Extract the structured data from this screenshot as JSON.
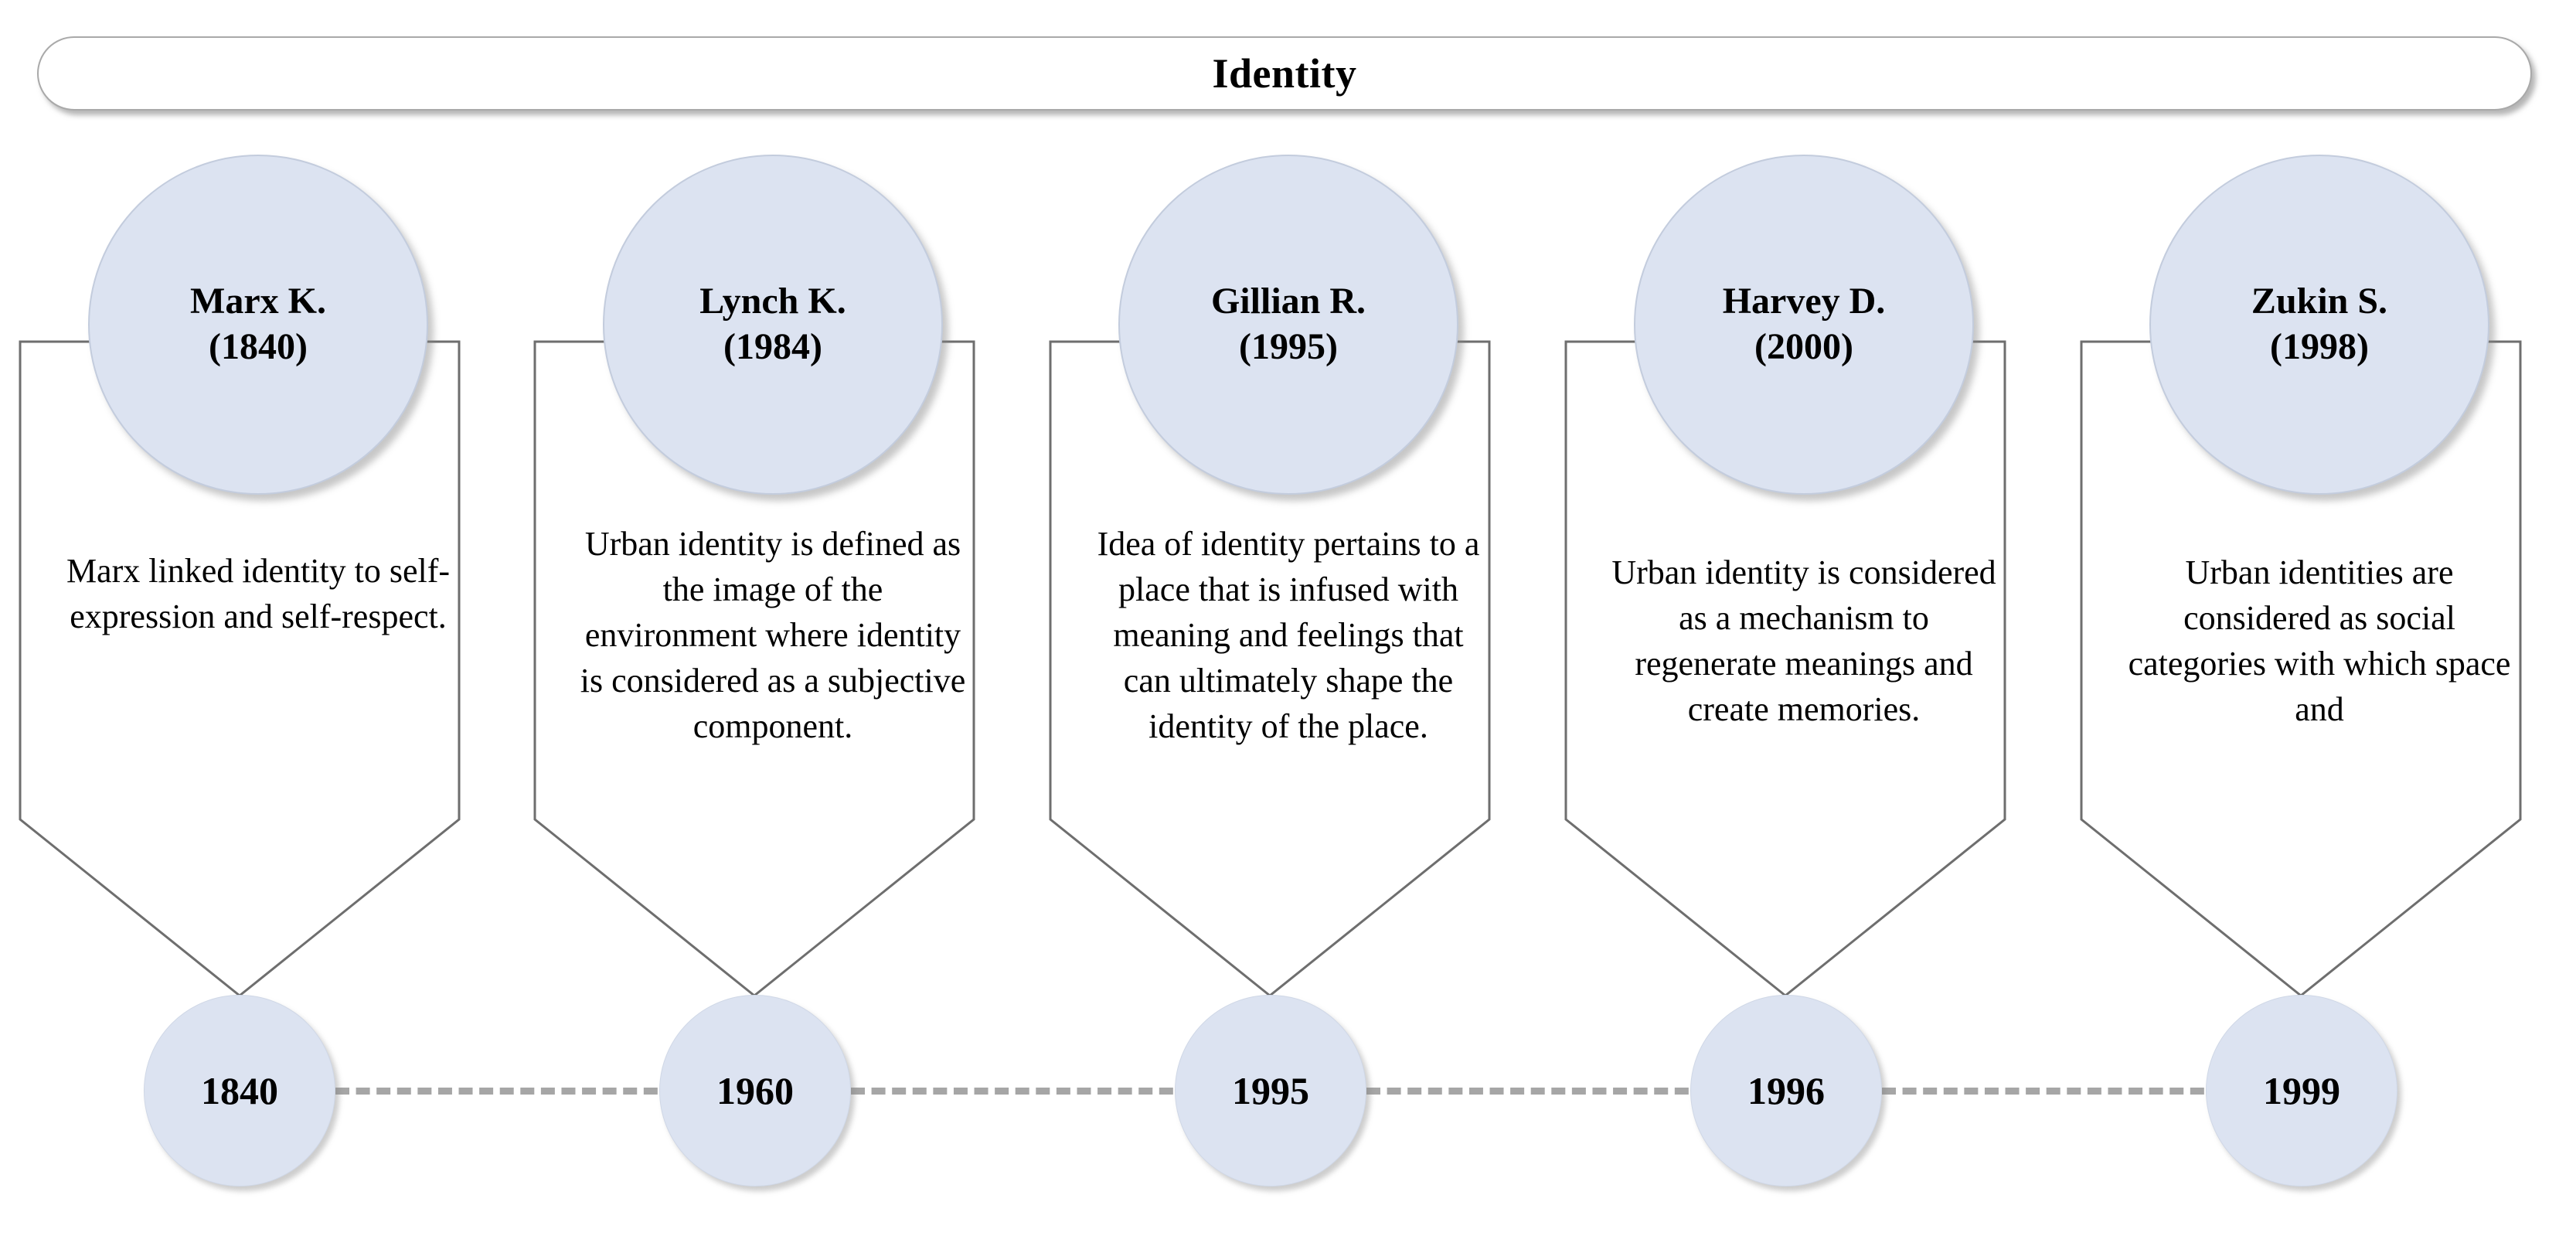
{
  "header": {
    "title": "Identity"
  },
  "columns": [
    {
      "author": "Marx K.",
      "year": "(1840)",
      "description": "Marx linked identity to self-expression and self-respect.",
      "timeline_year": "1840"
    },
    {
      "author": "Lynch K.",
      "year": "(1984)",
      "description": "Urban identity is defined as the image of the environment where identity is considered as a subjective component.",
      "timeline_year": "1960"
    },
    {
      "author": "Gillian  R.",
      "year": "(1995)",
      "description": "Idea of identity pertains to a place that is infused with meaning and feelings that can ultimately shape the identity of the place.",
      "timeline_year": "1995"
    },
    {
      "author": "Harvey D.",
      "year": "(2000)",
      "description": "Urban identity is considered as a mechanism to regenerate meanings and create memories.",
      "timeline_year": "1996"
    },
    {
      "author": "Zukin S.",
      "year": "(1998)",
      "description": "Urban identities are considered as social categories with which space and",
      "timeline_year": "1999"
    }
  ],
  "colors": {
    "circle_fill": "#dce3f1",
    "banner_stroke": "#6e6e6e",
    "dash_line": "#a6a6a6",
    "title_border": "#a9a9a9",
    "background": "#ffffff",
    "text": "#000000"
  }
}
